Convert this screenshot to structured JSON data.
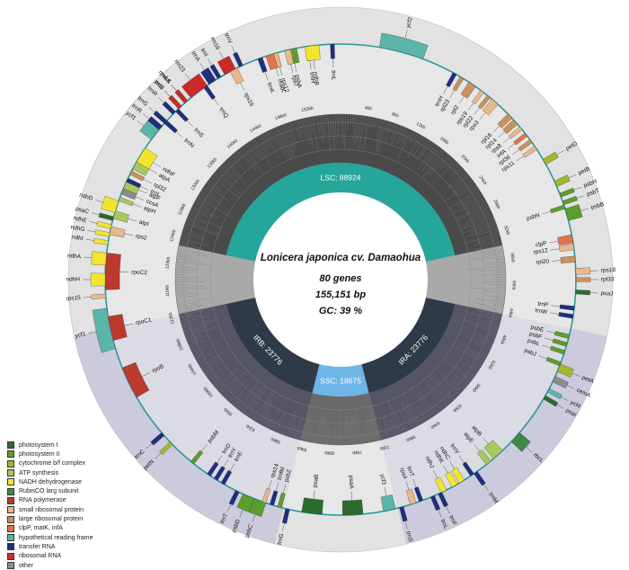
{
  "center": {
    "title": "Lonicera japonica cv. Damaohua",
    "genes": "80 genes",
    "length": "155,151 bp",
    "gc": "GC: 39 %"
  },
  "regions": {
    "lsc": "LSC: 88924",
    "ssc": "SSC: 18675",
    "ira": "IRA: 23776",
    "irb": "IRB: 23776"
  },
  "kb_ticks": [
    "4kb",
    "8kb",
    "12kb",
    "16kb",
    "20kb",
    "24kb",
    "28kb",
    "32kb",
    "36kb",
    "40kb",
    "44kb",
    "48kb",
    "52kb",
    "56kb",
    "60kb",
    "64kb",
    "68kb",
    "72kb",
    "76kb",
    "80kb",
    "84kb",
    "88kb",
    "92kb",
    "96kb",
    "100kb",
    "104kb",
    "108kb",
    "112kb",
    "116kb",
    "120kb",
    "124kb",
    "128kb",
    "132kb",
    "136kb",
    "140kb",
    "144kb",
    "148kb",
    "152kb"
  ],
  "colors": {
    "photosystem_I": "#2d6a2d",
    "photosystem_II": "#5c9e2e",
    "cytochrome": "#a0b82e",
    "atp": "#a8c95a",
    "ndh": "#f2e530",
    "rubisco": "#3c8a4a",
    "rna_pol": "#bb3a2e",
    "small_ribo": "#e8b88a",
    "large_ribo": "#c9925a",
    "clpp": "#e0754a",
    "ycf": "#5bb5a8",
    "trna": "#1e2e80",
    "rrna": "#cc2a2a",
    "other": "#8c8c8c"
  },
  "genes": [
    {
      "name": "trnH",
      "angle": -98,
      "outer": false,
      "cat": "trna",
      "w": 1.2
    },
    {
      "name": "psbA",
      "angle": -102,
      "outer": false,
      "cat": "photosystem_II",
      "w": 2.5
    },
    {
      "name": "matK",
      "angle": -107,
      "outer": false,
      "cat": "clpp",
      "w": 3
    },
    {
      "name": "trnK",
      "angle": -110,
      "outer": false,
      "cat": "trna",
      "w": 1.2
    },
    {
      "name": "rps16",
      "angle": -117,
      "outer": false,
      "cat": "small_ribo",
      "w": 2
    },
    {
      "name": "trnQ",
      "angle": -125,
      "outer": false,
      "cat": "trna",
      "w": 1
    },
    {
      "name": "psbK",
      "angle": -131,
      "outer": true,
      "cat": "photosystem_II",
      "w": 1
    },
    {
      "name": "psbI",
      "angle": -133,
      "outer": true,
      "cat": "photosystem_II",
      "w": 1
    },
    {
      "name": "trnS",
      "angle": -134,
      "outer": false,
      "cat": "trna",
      "w": 1
    },
    {
      "name": "trnG",
      "angle": -138,
      "outer": true,
      "cat": "trna",
      "w": 1
    },
    {
      "name": "trnR",
      "angle": -140,
      "outer": true,
      "cat": "trna",
      "w": 1.5
    },
    {
      "name": "atpA",
      "angle": -150,
      "outer": false,
      "cat": "atp",
      "w": 4
    },
    {
      "name": "atpF",
      "angle": -156,
      "outer": false,
      "cat": "atp",
      "w": 3
    },
    {
      "name": "atpH",
      "angle": -160,
      "outer": false,
      "cat": "atp",
      "w": 1
    },
    {
      "name": "atpI",
      "angle": -164,
      "outer": false,
      "cat": "atp",
      "w": 2
    },
    {
      "name": "rps2",
      "angle": -168,
      "outer": false,
      "cat": "small_ribo",
      "w": 2
    },
    {
      "name": "rpoC2",
      "angle": -178,
      "outer": false,
      "cat": "rna_pol",
      "w": 9
    },
    {
      "name": "rpoC1",
      "angle": -192,
      "outer": false,
      "cat": "rna_pol",
      "w": 6
    },
    {
      "name": "rpoB",
      "angle": -206,
      "outer": false,
      "cat": "rna_pol",
      "w": 8
    },
    {
      "name": "trnC",
      "angle": -221,
      "outer": true,
      "cat": "trna",
      "w": 1
    },
    {
      "name": "petN",
      "angle": -224,
      "outer": true,
      "cat": "cytochrome",
      "w": 1
    },
    {
      "name": "psbM",
      "angle": -231,
      "outer": false,
      "cat": "photosystem_II",
      "w": 1
    },
    {
      "name": "trnD",
      "angle": -236,
      "outer": false,
      "cat": "trna",
      "w": 1
    },
    {
      "name": "trnY",
      "angle": -238,
      "outer": false,
      "cat": "trna",
      "w": 1
    },
    {
      "name": "trnE",
      "angle": -240,
      "outer": false,
      "cat": "trna",
      "w": 1
    },
    {
      "name": "trnT",
      "angle": -244,
      "outer": true,
      "cat": "trna",
      "w": 1
    },
    {
      "name": "psbD",
      "angle": -247,
      "outer": true,
      "cat": "photosystem_II",
      "w": 3
    },
    {
      "name": "psbC",
      "angle": -250,
      "outer": true,
      "cat": "photosystem_II",
      "w": 3
    },
    {
      "name": "psbZ",
      "angle": -255,
      "outer": false,
      "cat": "photosystem_II",
      "w": 1
    },
    {
      "name": "trnG",
      "angle": -257,
      "outer": true,
      "cat": "trna",
      "w": 1
    },
    {
      "name": "rps14",
      "angle": -251,
      "outer": false,
      "cat": "small_ribo",
      "w": 1
    },
    {
      "name": "trnfM",
      "angle": -253,
      "outer": false,
      "cat": "trna",
      "w": 1
    },
    {
      "name": "psaB",
      "angle": -263,
      "outer": false,
      "cat": "photosystem_I",
      "w": 5
    },
    {
      "name": "psaA",
      "angle": -273,
      "outer": false,
      "cat": "photosystem_I",
      "w": 5
    },
    {
      "name": "ycf3",
      "angle": -282,
      "outer": false,
      "cat": "ycf",
      "w": 3
    },
    {
      "name": "trnS",
      "angle": -285,
      "outer": true,
      "cat": "trna",
      "w": 1
    },
    {
      "name": "rps4",
      "angle": -288,
      "outer": false,
      "cat": "small_ribo",
      "w": 1.5
    },
    {
      "name": "trnT",
      "angle": -290,
      "outer": false,
      "cat": "trna",
      "w": 1
    },
    {
      "name": "trnL",
      "angle": -293,
      "outer": true,
      "cat": "trna",
      "w": 1
    },
    {
      "name": "trnF",
      "angle": -295,
      "outer": true,
      "cat": "trna",
      "w": 1
    },
    {
      "name": "ndhJ",
      "angle": -296,
      "outer": false,
      "cat": "ndh",
      "w": 1.5
    },
    {
      "name": "ndhK",
      "angle": -299,
      "outer": false,
      "cat": "ndh",
      "w": 1.5
    },
    {
      "name": "ndhC",
      "angle": -301,
      "outer": false,
      "cat": "ndh",
      "w": 1.5
    },
    {
      "name": "trnM",
      "angle": -305,
      "outer": true,
      "cat": "trna",
      "w": 1
    },
    {
      "name": "trnV",
      "angle": -304,
      "outer": false,
      "cat": "trna",
      "w": 1
    },
    {
      "name": "atpE",
      "angle": -309,
      "outer": false,
      "cat": "atp",
      "w": 1.5
    },
    {
      "name": "atpB",
      "angle": -312,
      "outer": false,
      "cat": "atp",
      "w": 3
    },
    {
      "name": "rbcL",
      "angle": -318,
      "outer": true,
      "cat": "rubisco",
      "w": 3
    },
    {
      "name": "psaI",
      "angle": -330,
      "outer": true,
      "cat": "photosystem_I",
      "w": 1
    },
    {
      "name": "ycf4",
      "angle": -332,
      "outer": true,
      "cat": "ycf",
      "w": 1
    },
    {
      "name": "cemA",
      "angle": -335,
      "outer": true,
      "cat": "other",
      "w": 1.5
    },
    {
      "name": "petA",
      "angle": -338,
      "outer": true,
      "cat": "cytochrome",
      "w": 2
    },
    {
      "name": "psbJ",
      "angle": -339,
      "outer": false,
      "cat": "photosystem_II",
      "w": 1
    },
    {
      "name": "psbL",
      "angle": -342,
      "outer": false,
      "cat": "photosystem_II",
      "w": 1
    },
    {
      "name": "psbF",
      "angle": -344,
      "outer": false,
      "cat": "photosystem_II",
      "w": 1
    },
    {
      "name": "psbE",
      "angle": -346,
      "outer": false,
      "cat": "photosystem_II",
      "w": 1
    },
    {
      "name": "trnW",
      "angle": -351,
      "outer": false,
      "cat": "trna",
      "w": 1
    },
    {
      "name": "trnP",
      "angle": -353,
      "outer": false,
      "cat": "trna",
      "w": 1
    },
    {
      "name": "psaJ",
      "angle": -357,
      "outer": true,
      "cat": "photosystem_I",
      "w": 1
    },
    {
      "name": "rpl33",
      "angle": -360,
      "outer": true,
      "cat": "large_ribo",
      "w": 1
    },
    {
      "name": "rps18",
      "angle": -362,
      "outer": true,
      "cat": "small_ribo",
      "w": 1.5
    },
    {
      "name": "rpl20",
      "angle": -365,
      "outer": false,
      "cat": "large_ribo",
      "w": 1.5
    },
    {
      "name": "rps12",
      "angle": -368,
      "outer": false,
      "cat": "small_ribo",
      "w": 1.5
    },
    {
      "name": "clpP",
      "angle": -370,
      "outer": false,
      "cat": "clpp",
      "w": 2
    },
    {
      "name": "psbB",
      "angle": -376,
      "outer": true,
      "cat": "photosystem_II",
      "w": 3
    },
    {
      "name": "psbT",
      "angle": -379,
      "outer": true,
      "cat": "photosystem_II",
      "w": 1
    },
    {
      "name": "psbH",
      "angle": -381,
      "outer": true,
      "cat": "photosystem_II",
      "w": 1
    },
    {
      "name": "psbN",
      "angle": -378,
      "outer": false,
      "cat": "photosystem_II",
      "w": 1
    },
    {
      "name": "petB",
      "angle": -384,
      "outer": true,
      "cat": "cytochrome",
      "w": 1.5
    },
    {
      "name": "petD",
      "angle": -390,
      "outer": true,
      "cat": "cytochrome",
      "w": 1.5
    },
    {
      "name": "rps11",
      "angle": -394,
      "outer": false,
      "cat": "small_ribo",
      "w": 1
    },
    {
      "name": "rpl36",
      "angle": -396,
      "outer": false,
      "cat": "large_ribo",
      "w": 1
    },
    {
      "name": "infA",
      "angle": -398,
      "outer": false,
      "cat": "clpp",
      "w": 1
    },
    {
      "name": "rps8",
      "angle": -400,
      "outer": false,
      "cat": "small_ribo",
      "w": 1
    },
    {
      "name": "rpl14",
      "angle": -402,
      "outer": false,
      "cat": "large_ribo",
      "w": 1.5
    },
    {
      "name": "rpl16",
      "angle": -404,
      "outer": false,
      "cat": "large_ribo",
      "w": 1.5
    },
    {
      "name": "rps3",
      "angle": -409,
      "outer": false,
      "cat": "small_ribo",
      "w": 2
    },
    {
      "name": "rpl22",
      "angle": -411,
      "outer": false,
      "cat": "large_ribo",
      "w": 1
    },
    {
      "name": "rps19",
      "angle": -413,
      "outer": false,
      "cat": "small_ribo",
      "w": 1
    },
    {
      "name": "rpl2",
      "angle": -416,
      "outer": false,
      "cat": "large_ribo",
      "w": 2
    },
    {
      "name": "rpl23",
      "angle": -419,
      "outer": false,
      "cat": "large_ribo",
      "w": 1
    },
    {
      "name": "trnH",
      "angle": -421,
      "outer": false,
      "cat": "trna",
      "w": 1
    },
    {
      "name": "ycf2",
      "angle": -435,
      "outer": true,
      "cat": "ycf",
      "w": 11
    },
    {
      "name": "trnL",
      "angle": -452,
      "outer": false,
      "cat": "trna",
      "w": 1
    },
    {
      "name": "ndhB",
      "angle": -457,
      "outer": false,
      "cat": "ndh",
      "w": 3.5
    },
    {
      "name": "rps7",
      "angle": -463,
      "outer": false,
      "cat": "small_ribo",
      "w": 1.5
    },
    {
      "name": "rps12",
      "angle": -466,
      "outer": false,
      "cat": "small_ribo",
      "w": 1
    },
    {
      "name": "trnV",
      "angle": -475,
      "outer": true,
      "cat": "trna",
      "w": 1
    },
    {
      "name": "rrn16",
      "angle": -478,
      "outer": true,
      "cat": "rrna",
      "w": 3
    },
    {
      "name": "trnI",
      "angle": -481,
      "outer": true,
      "cat": "trna",
      "w": 1
    },
    {
      "name": "trnA",
      "angle": -483,
      "outer": true,
      "cat": "trna",
      "w": 2
    },
    {
      "name": "rrn23",
      "angle": -487,
      "outer": true,
      "cat": "rrna",
      "w": 5
    },
    {
      "name": "rrn4.5",
      "angle": -491,
      "outer": true,
      "cat": "rrna",
      "w": 1
    },
    {
      "name": "rrn5",
      "angle": -493,
      "outer": true,
      "cat": "rrna",
      "w": 1
    },
    {
      "name": "trnR",
      "angle": -495,
      "outer": true,
      "cat": "trna",
      "w": 1
    },
    {
      "name": "trnN",
      "angle": -498,
      "outer": false,
      "cat": "trna",
      "w": 1
    },
    {
      "name": "ycf1",
      "angle": -502,
      "outer": true,
      "cat": "ycf",
      "w": 3
    },
    {
      "name": "ndhF",
      "angle": -508,
      "outer": false,
      "cat": "ndh",
      "w": 4
    },
    {
      "name": "rpl32",
      "angle": -513,
      "outer": false,
      "cat": "large_ribo",
      "w": 1
    },
    {
      "name": "trnL",
      "angle": -515,
      "outer": false,
      "cat": "trna",
      "w": 1
    },
    {
      "name": "ccsA",
      "angle": -518,
      "outer": false,
      "cat": "other",
      "w": 1.5
    },
    {
      "name": "ndhD",
      "angle": -522,
      "outer": true,
      "cat": "ndh",
      "w": 3
    },
    {
      "name": "psaC",
      "angle": -525,
      "outer": true,
      "cat": "photosystem_I",
      "w": 1
    },
    {
      "name": "ndhE",
      "angle": -527,
      "outer": true,
      "cat": "ndh",
      "w": 1
    },
    {
      "name": "ndhG",
      "angle": -529,
      "outer": true,
      "cat": "ndh",
      "w": 1
    },
    {
      "name": "ndhI",
      "angle": -531,
      "outer": true,
      "cat": "ndh",
      "w": 1
    },
    {
      "name": "ndhA",
      "angle": -535,
      "outer": true,
      "cat": "ndh",
      "w": 3
    },
    {
      "name": "ndhH",
      "angle": -540,
      "outer": true,
      "cat": "ndh",
      "w": 3
    },
    {
      "name": "rps15",
      "angle": -544,
      "outer": true,
      "cat": "small_ribo",
      "w": 1
    },
    {
      "name": "ycf1",
      "angle": -552,
      "outer": true,
      "cat": "ycf",
      "w": 10
    }
  ],
  "ira_genes": [
    {
      "name": "ycf2",
      "angle": -435,
      "cat": "ycf"
    }
  ],
  "legend": [
    {
      "label": "photosystem I",
      "key": "photosystem_I"
    },
    {
      "label": "photosystem II",
      "key": "photosystem_II"
    },
    {
      "label": "cytochrome b/f complex",
      "key": "cytochrome"
    },
    {
      "label": "ATP synthesis",
      "key": "atp"
    },
    {
      "label": "NADH dehydrogenase",
      "key": "ndh"
    },
    {
      "label": "RubisCO larg subunit",
      "key": "rubisco"
    },
    {
      "label": "RNA polymerase",
      "key": "rna_pol"
    },
    {
      "label": "small ribosomal protein",
      "key": "small_ribo"
    },
    {
      "label": "large ribosomal protein",
      "key": "large_ribo"
    },
    {
      "label": "clpP, matK, infA",
      "key": "clpp"
    },
    {
      "label": "hypothetical reading frame",
      "key": "ycf"
    },
    {
      "label": "transfer RNA",
      "key": "trna"
    },
    {
      "label": "ribosomal RNA",
      "key": "rrna"
    },
    {
      "label": "other",
      "key": "other"
    }
  ]
}
